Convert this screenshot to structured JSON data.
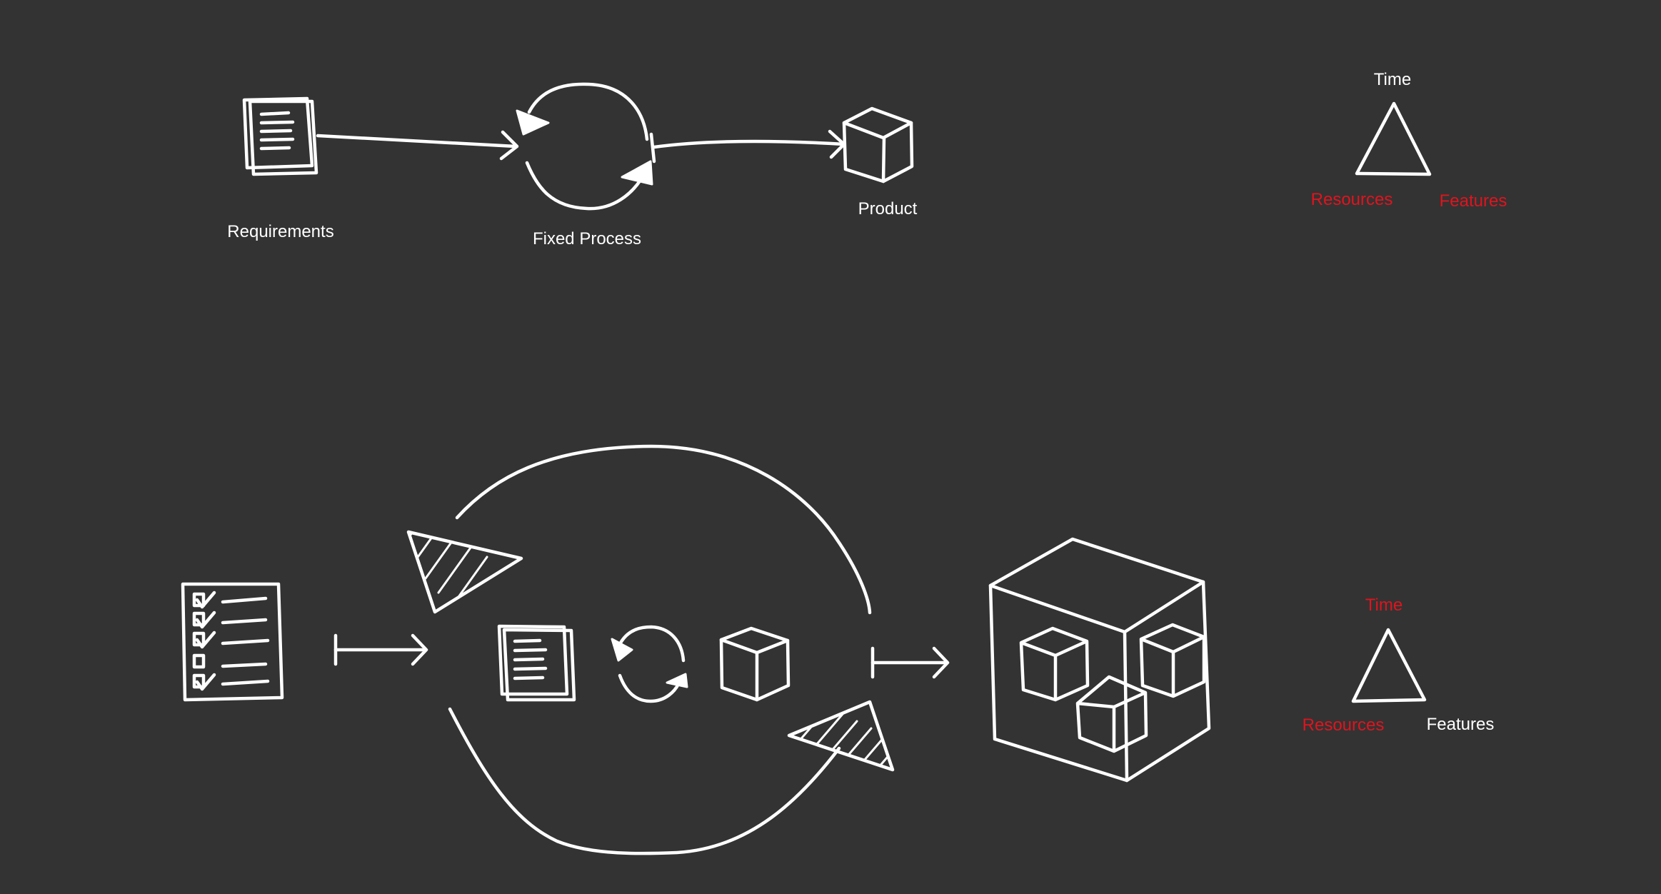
{
  "top": {
    "requirements_label": "Requirements",
    "process_label": "Fixed Process",
    "product_label": "Product"
  },
  "triangle_top": {
    "top_label": "Time",
    "left_label": "Resources",
    "right_label": "Features",
    "top_color": "#ffffff",
    "left_color": "#e0141e",
    "right_color": "#e0141e"
  },
  "triangle_bottom": {
    "top_label": "Time",
    "left_label": "Resources",
    "right_label": "Features",
    "top_color": "#e0141e",
    "left_color": "#e0141e",
    "right_color": "#ffffff"
  },
  "colors": {
    "background": "#333333",
    "stroke": "#ffffff",
    "accent": "#e0141e"
  },
  "icons": [
    "document-stack-icon",
    "cycle-arrows-icon",
    "cube-icon",
    "checklist-icon",
    "big-cube-with-cubes-icon",
    "triangle-icon"
  ]
}
